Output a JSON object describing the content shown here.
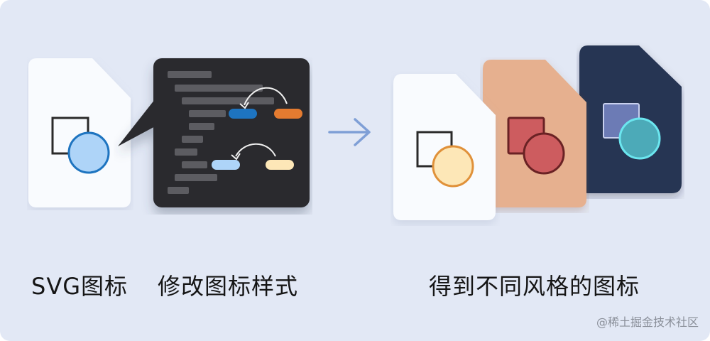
{
  "captions": {
    "svg_icon": "SVG图标",
    "modify_style": "修改图标样式",
    "result": "得到不同风格的图标"
  },
  "watermark": "@稀土掘金技术社区",
  "icons": {
    "source_file": "file-icon",
    "arrow": "arrow-right-icon",
    "code_editor": "code-editor-icon"
  },
  "colors": {
    "background": "#e2e8f5",
    "editor_bg": "#2c2c2e",
    "code_line": "#5c5c61",
    "accent_blue": "#1e74c0",
    "accent_orange": "#e47b30",
    "light_blue": "#aed4f8",
    "cream": "#fde7b7",
    "peach_file": "#e6b08f",
    "navy_file": "#283453",
    "red_shape": "#cd5c5f",
    "teal_circle": "#4caab8",
    "arrow": "#7f9fd6"
  }
}
